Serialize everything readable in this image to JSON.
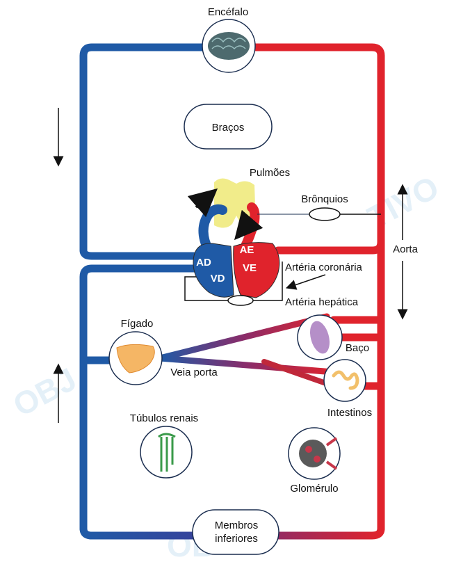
{
  "labels": {
    "encefalo": "Encéfalo",
    "bracos": "Braços",
    "pulmoes": "Pulmões",
    "bronquios": "Brônquios",
    "aorta": "Aorta",
    "ad": "AD",
    "vd": "VD",
    "ae": "AE",
    "ve": "VE",
    "arteria_coronaria": "Artéria coronária",
    "arteria_hepatica": "Artéria hepática",
    "figado": "Fígado",
    "veia_porta": "Veia porta",
    "baco": "Baço",
    "intestinos": "Intestinos",
    "tubulos_renais": "Túbulos renais",
    "glomerulo": "Glomérulo",
    "membros_1": "Membros",
    "membros_2": "inferiores"
  },
  "watermark": {
    "text_left": "OBJ",
    "text_right": "TIVO",
    "text_bottom": "OB"
  },
  "colors": {
    "venous": "#1f5aa6",
    "arterial": "#e0232c",
    "lung": "#f1ec8a",
    "heart_outline": "#2b2b2b"
  }
}
